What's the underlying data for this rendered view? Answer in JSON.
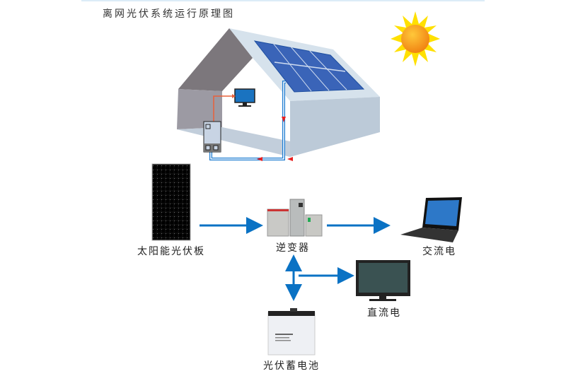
{
  "title": "离网光伏系统运行原理图",
  "labels": {
    "solar_panel": "太阳能光伏板",
    "inverter": "逆变器",
    "ac_power": "交流电",
    "dc_power": "直流电",
    "battery": "光伏蓄电池"
  },
  "colors": {
    "arrow_blue": "#0a72c4",
    "wire_red": "#e83a2a",
    "sun": "#f7a21b",
    "rays": "#ffe000",
    "panel_blue": "#3a64b8"
  }
}
